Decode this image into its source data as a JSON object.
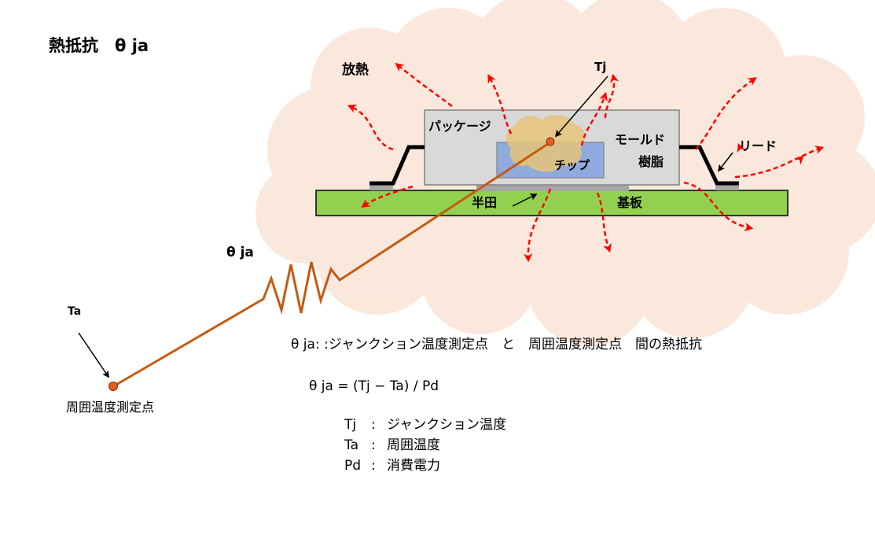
{
  "title": "熱抵抗　θ ja",
  "labels": {
    "heat_release": "放熱",
    "tj": "Tj",
    "package": "パッケージ",
    "mold_resin_1": "モールド",
    "mold_resin_2": "樹脂",
    "lead": "リード",
    "chip": "チップ",
    "solder": "半田",
    "substrate": "基板",
    "theta_ja": "θ ja",
    "ta": "Ta",
    "ambient_point": "周囲温度測定点"
  },
  "definition": "θ ja:  :ジャンクション温度測定点　と　周囲温度測定点　間の熱抵抗",
  "formula": "θ ja = (Tj − Ta) / Pd",
  "legend": [
    {
      "symbol": "Tj",
      "sep": ":",
      "meaning": "ジャンクション温度"
    },
    {
      "symbol": "Ta",
      "sep": ":",
      "meaning": "周囲温度"
    },
    {
      "symbol": "Pd",
      "sep": ":",
      "meaning": "消費電力"
    }
  ],
  "colors": {
    "cloud": "#fbe5d6",
    "package": "#d9d9d9",
    "chip": "#8faadc",
    "substrate": "#92d050",
    "hotspot": "#e6c47a",
    "heat_arrow": "#ff0000",
    "resistor_wire": "#c55a11",
    "point": "#e06020"
  }
}
